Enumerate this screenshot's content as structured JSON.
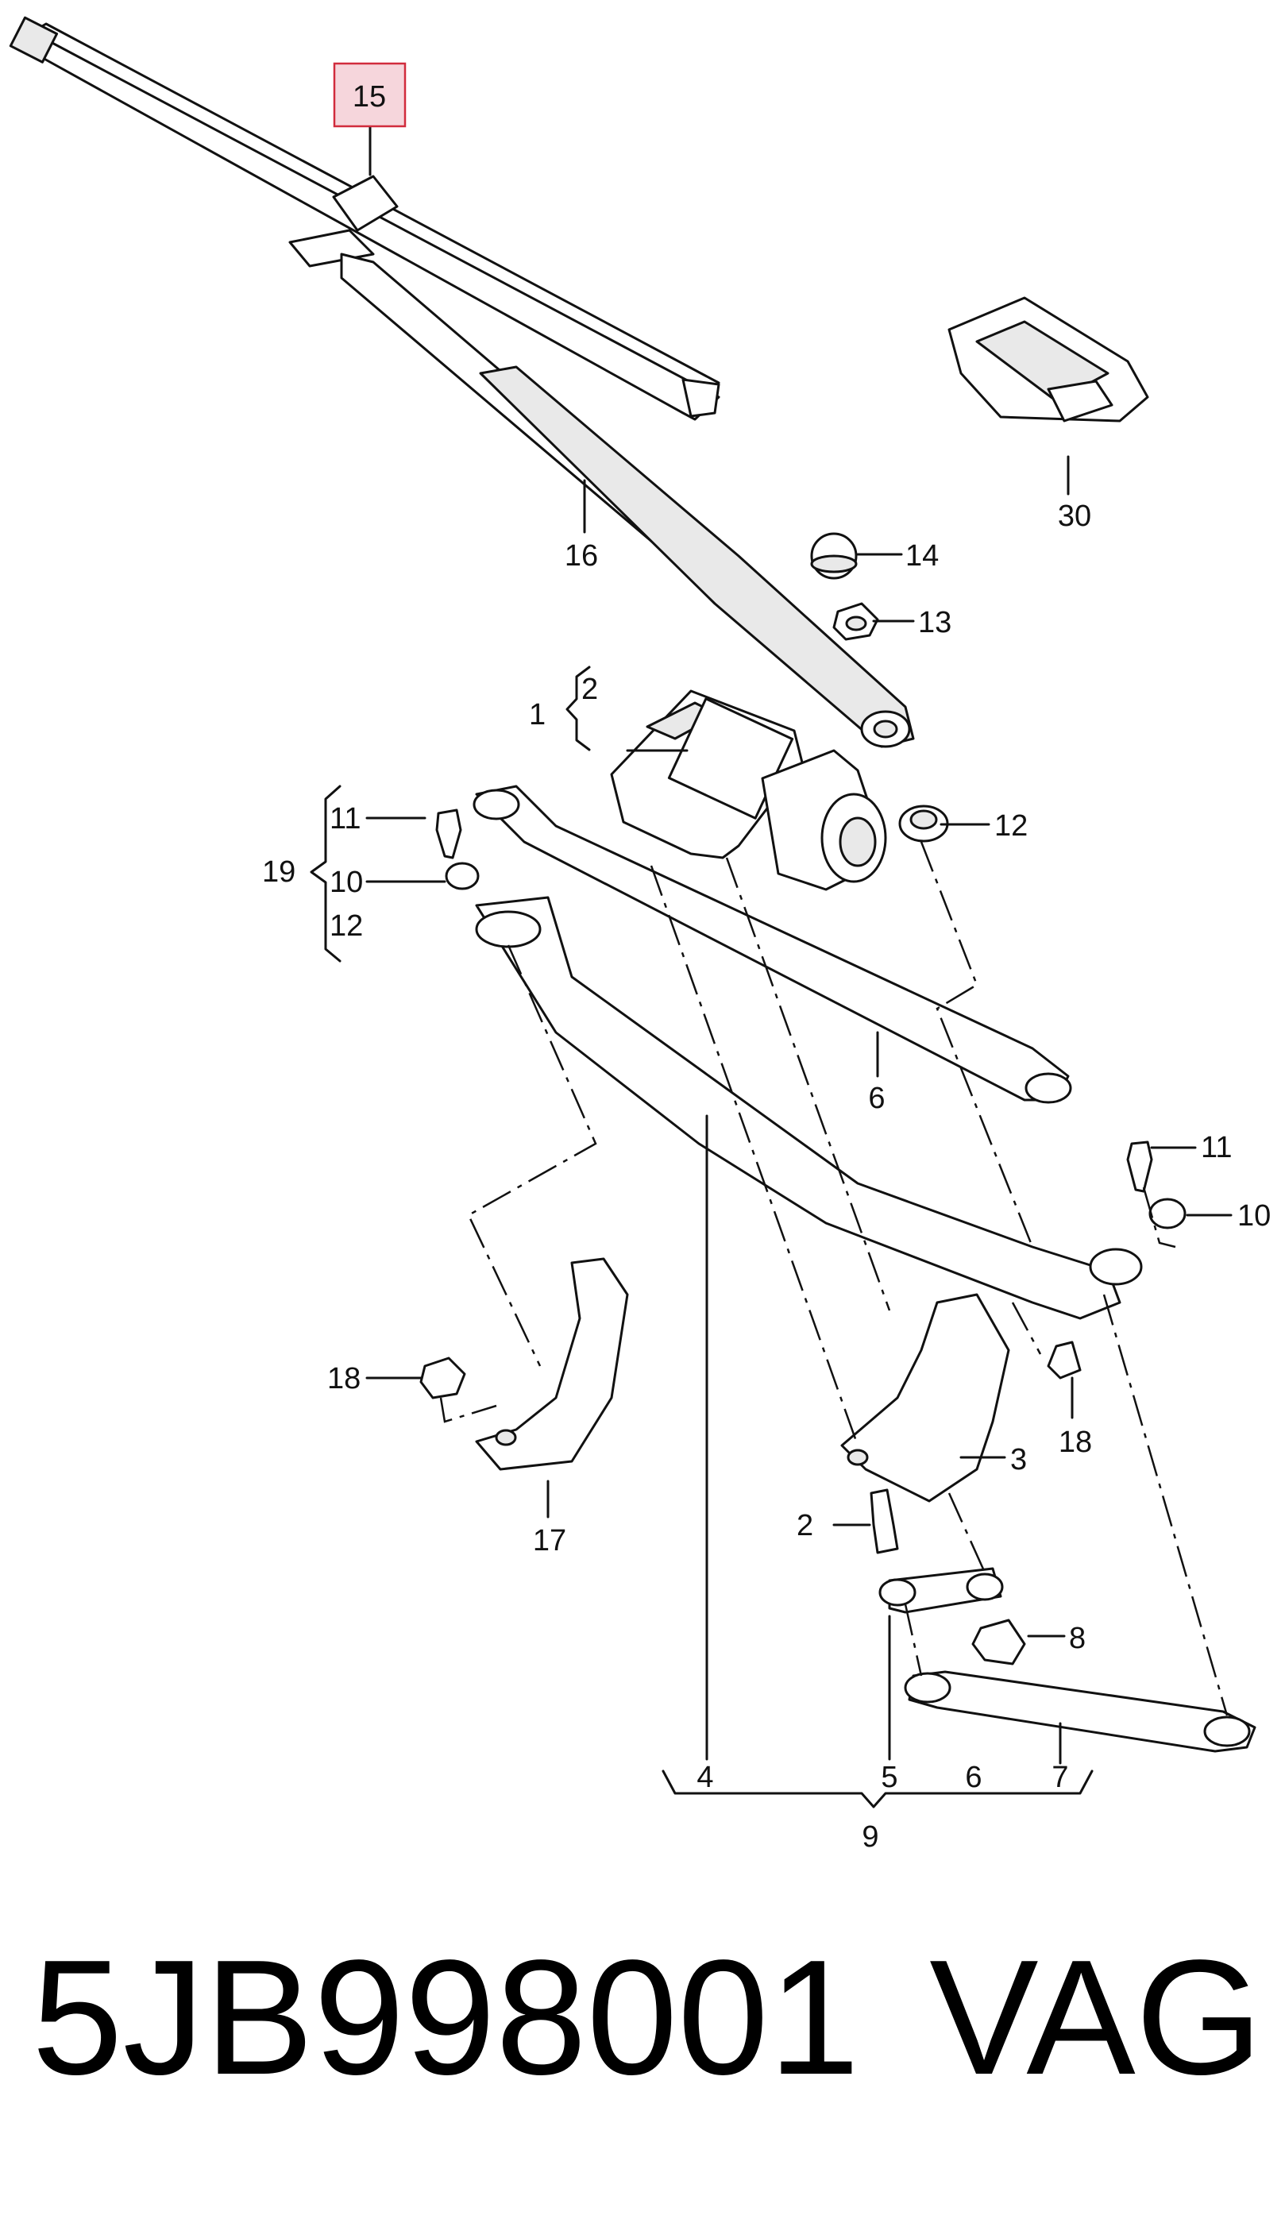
{
  "labels": {
    "l1": "1",
    "l2a": "2",
    "l2b": "2",
    "l3": "3",
    "l4": "4",
    "l5": "5",
    "l6a": "6",
    "l6b": "6",
    "l7": "7",
    "l8": "8",
    "l9": "9",
    "l10a": "10",
    "l10b": "10",
    "l11a": "11",
    "l11b": "11",
    "l12a": "12",
    "l12b": "12",
    "l13": "13",
    "l14": "14",
    "l15": "15",
    "l16": "16",
    "l17": "17",
    "l18a": "18",
    "l18b": "18",
    "l19": "19",
    "l30": "30"
  },
  "highlight": {
    "part": "15",
    "color": "#d12c3d",
    "fill": "#f6d6dc"
  },
  "footer": {
    "part_number": "5JB998001",
    "brand": "VAG"
  }
}
